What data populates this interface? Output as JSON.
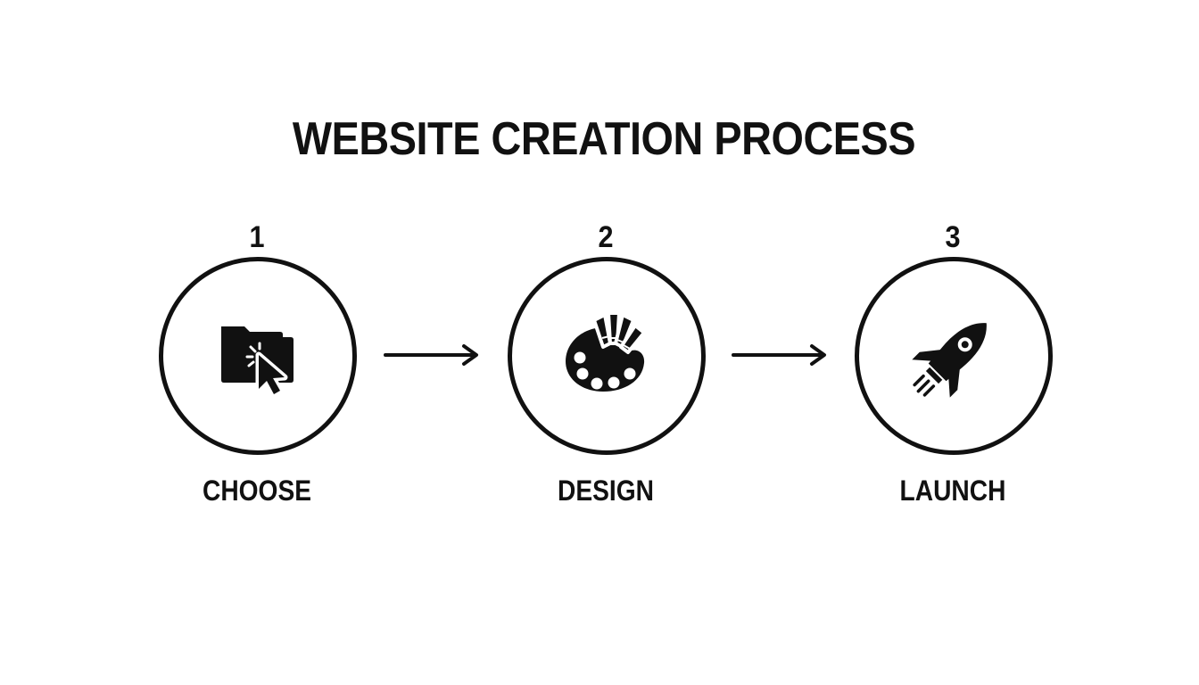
{
  "title": "WEBSITE CREATION PROCESS",
  "steps": [
    {
      "number": "1",
      "label": "CHOOSE",
      "icon": "folder-cursor-icon"
    },
    {
      "number": "2",
      "label": "DESIGN",
      "icon": "palette-icon"
    },
    {
      "number": "3",
      "label": "LAUNCH",
      "icon": "rocket-icon"
    }
  ],
  "colors": {
    "ink": "#111111",
    "background": "#ffffff"
  }
}
